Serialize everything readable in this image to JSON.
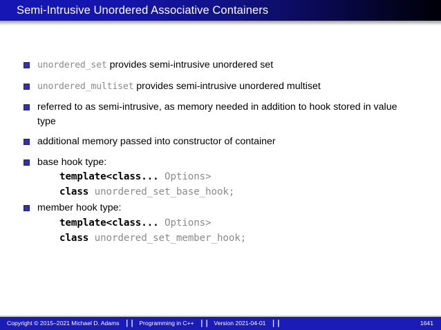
{
  "slide": {
    "title": "Semi-Intrusive Unordered Associative Containers",
    "title_bar_color_start": "#1616b4",
    "title_bar_color_end": "#000008",
    "bullet_color": "#3333a6",
    "code_identifier_color": "#8a8a8a"
  },
  "bullets": [
    {
      "id": "unordered-set",
      "code_prefix": "unordered_set",
      "text": " provides semi-intrusive unordered set"
    },
    {
      "id": "unordered-multiset",
      "code_prefix": "unordered_multiset",
      "text": " provides semi-intrusive unordered multiset"
    },
    {
      "id": "semi-intrusive-rationale",
      "code_prefix": "",
      "text": "referred to as semi-intrusive, as memory needed in addition to hook stored in value type"
    },
    {
      "id": "additional-memory",
      "code_prefix": "",
      "text": "additional memory passed into constructor of container"
    },
    {
      "id": "base-hook-type",
      "code_prefix": "",
      "text": "base hook type:"
    },
    {
      "id": "member-hook-type",
      "code_prefix": "",
      "text": "member hook type:"
    }
  ],
  "code_blocks": {
    "base_hook": {
      "line1": {
        "kw1": "template",
        "punc1": "<",
        "kw2": "class",
        "punc2": "...",
        "space": " ",
        "ident1": "Options",
        "punc3": ">"
      },
      "line2": {
        "kw1": "class",
        "space": " ",
        "ident1": "unordered_set_base_hook",
        "punc1": ";"
      }
    },
    "member_hook": {
      "line1": {
        "kw1": "template",
        "punc1": "<",
        "kw2": "class",
        "punc2": "...",
        "space": " ",
        "ident1": "Options",
        "punc3": ">"
      },
      "line2": {
        "kw1": "class",
        "space": " ",
        "ident1": "unordered_set_member_hook",
        "punc1": ";"
      }
    }
  },
  "footer": {
    "copyright": "Copyright © 2015–2021 Michael D. Adams",
    "separator": "❘❘",
    "course": "Programming in C++",
    "version": "Version 2021-04-01",
    "page_number": "1641",
    "background_color": "#1b1bb8"
  }
}
